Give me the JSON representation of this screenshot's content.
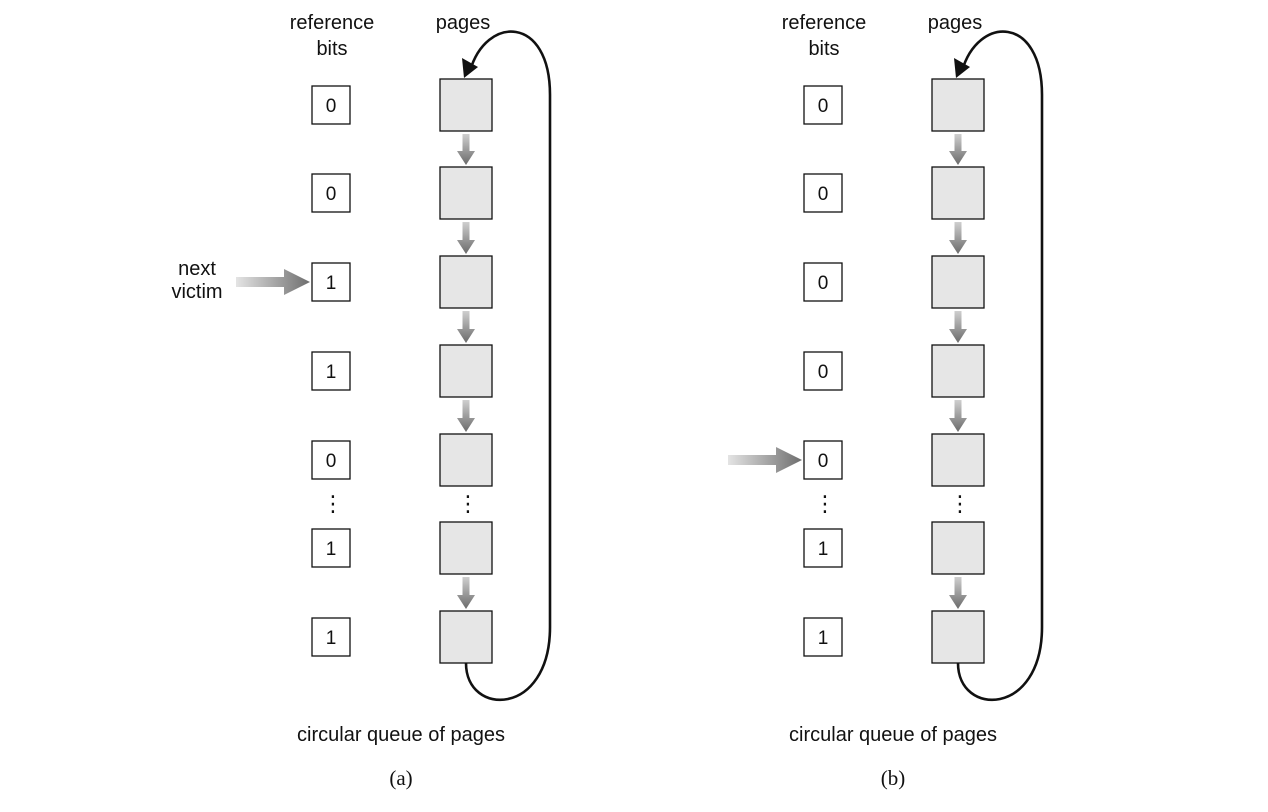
{
  "panels": [
    {
      "id": "a",
      "header_ref": "reference",
      "header_bits": "bits",
      "header_pages": "pages",
      "bits": [
        "0",
        "0",
        "1",
        "1",
        "0",
        "1",
        "1"
      ],
      "victim_pointer_row": 2,
      "pointer_label": [
        "next",
        "victim"
      ],
      "caption": "circular queue of pages",
      "sublabel": "(a)"
    },
    {
      "id": "b",
      "header_ref": "reference",
      "header_bits": "bits",
      "header_pages": "pages",
      "bits": [
        "0",
        "0",
        "0",
        "0",
        "0",
        "1",
        "1"
      ],
      "victim_pointer_row": 4,
      "pointer_label": [],
      "caption": "circular queue of pages",
      "sublabel": "(b)"
    }
  ],
  "ellipsis": "⋮",
  "colors": {
    "page_fill": "#e6e6e6",
    "stroke": "#111111",
    "arrow_gray_dark": "#6e6e6e",
    "arrow_gray_light": "#dcdcdc"
  }
}
